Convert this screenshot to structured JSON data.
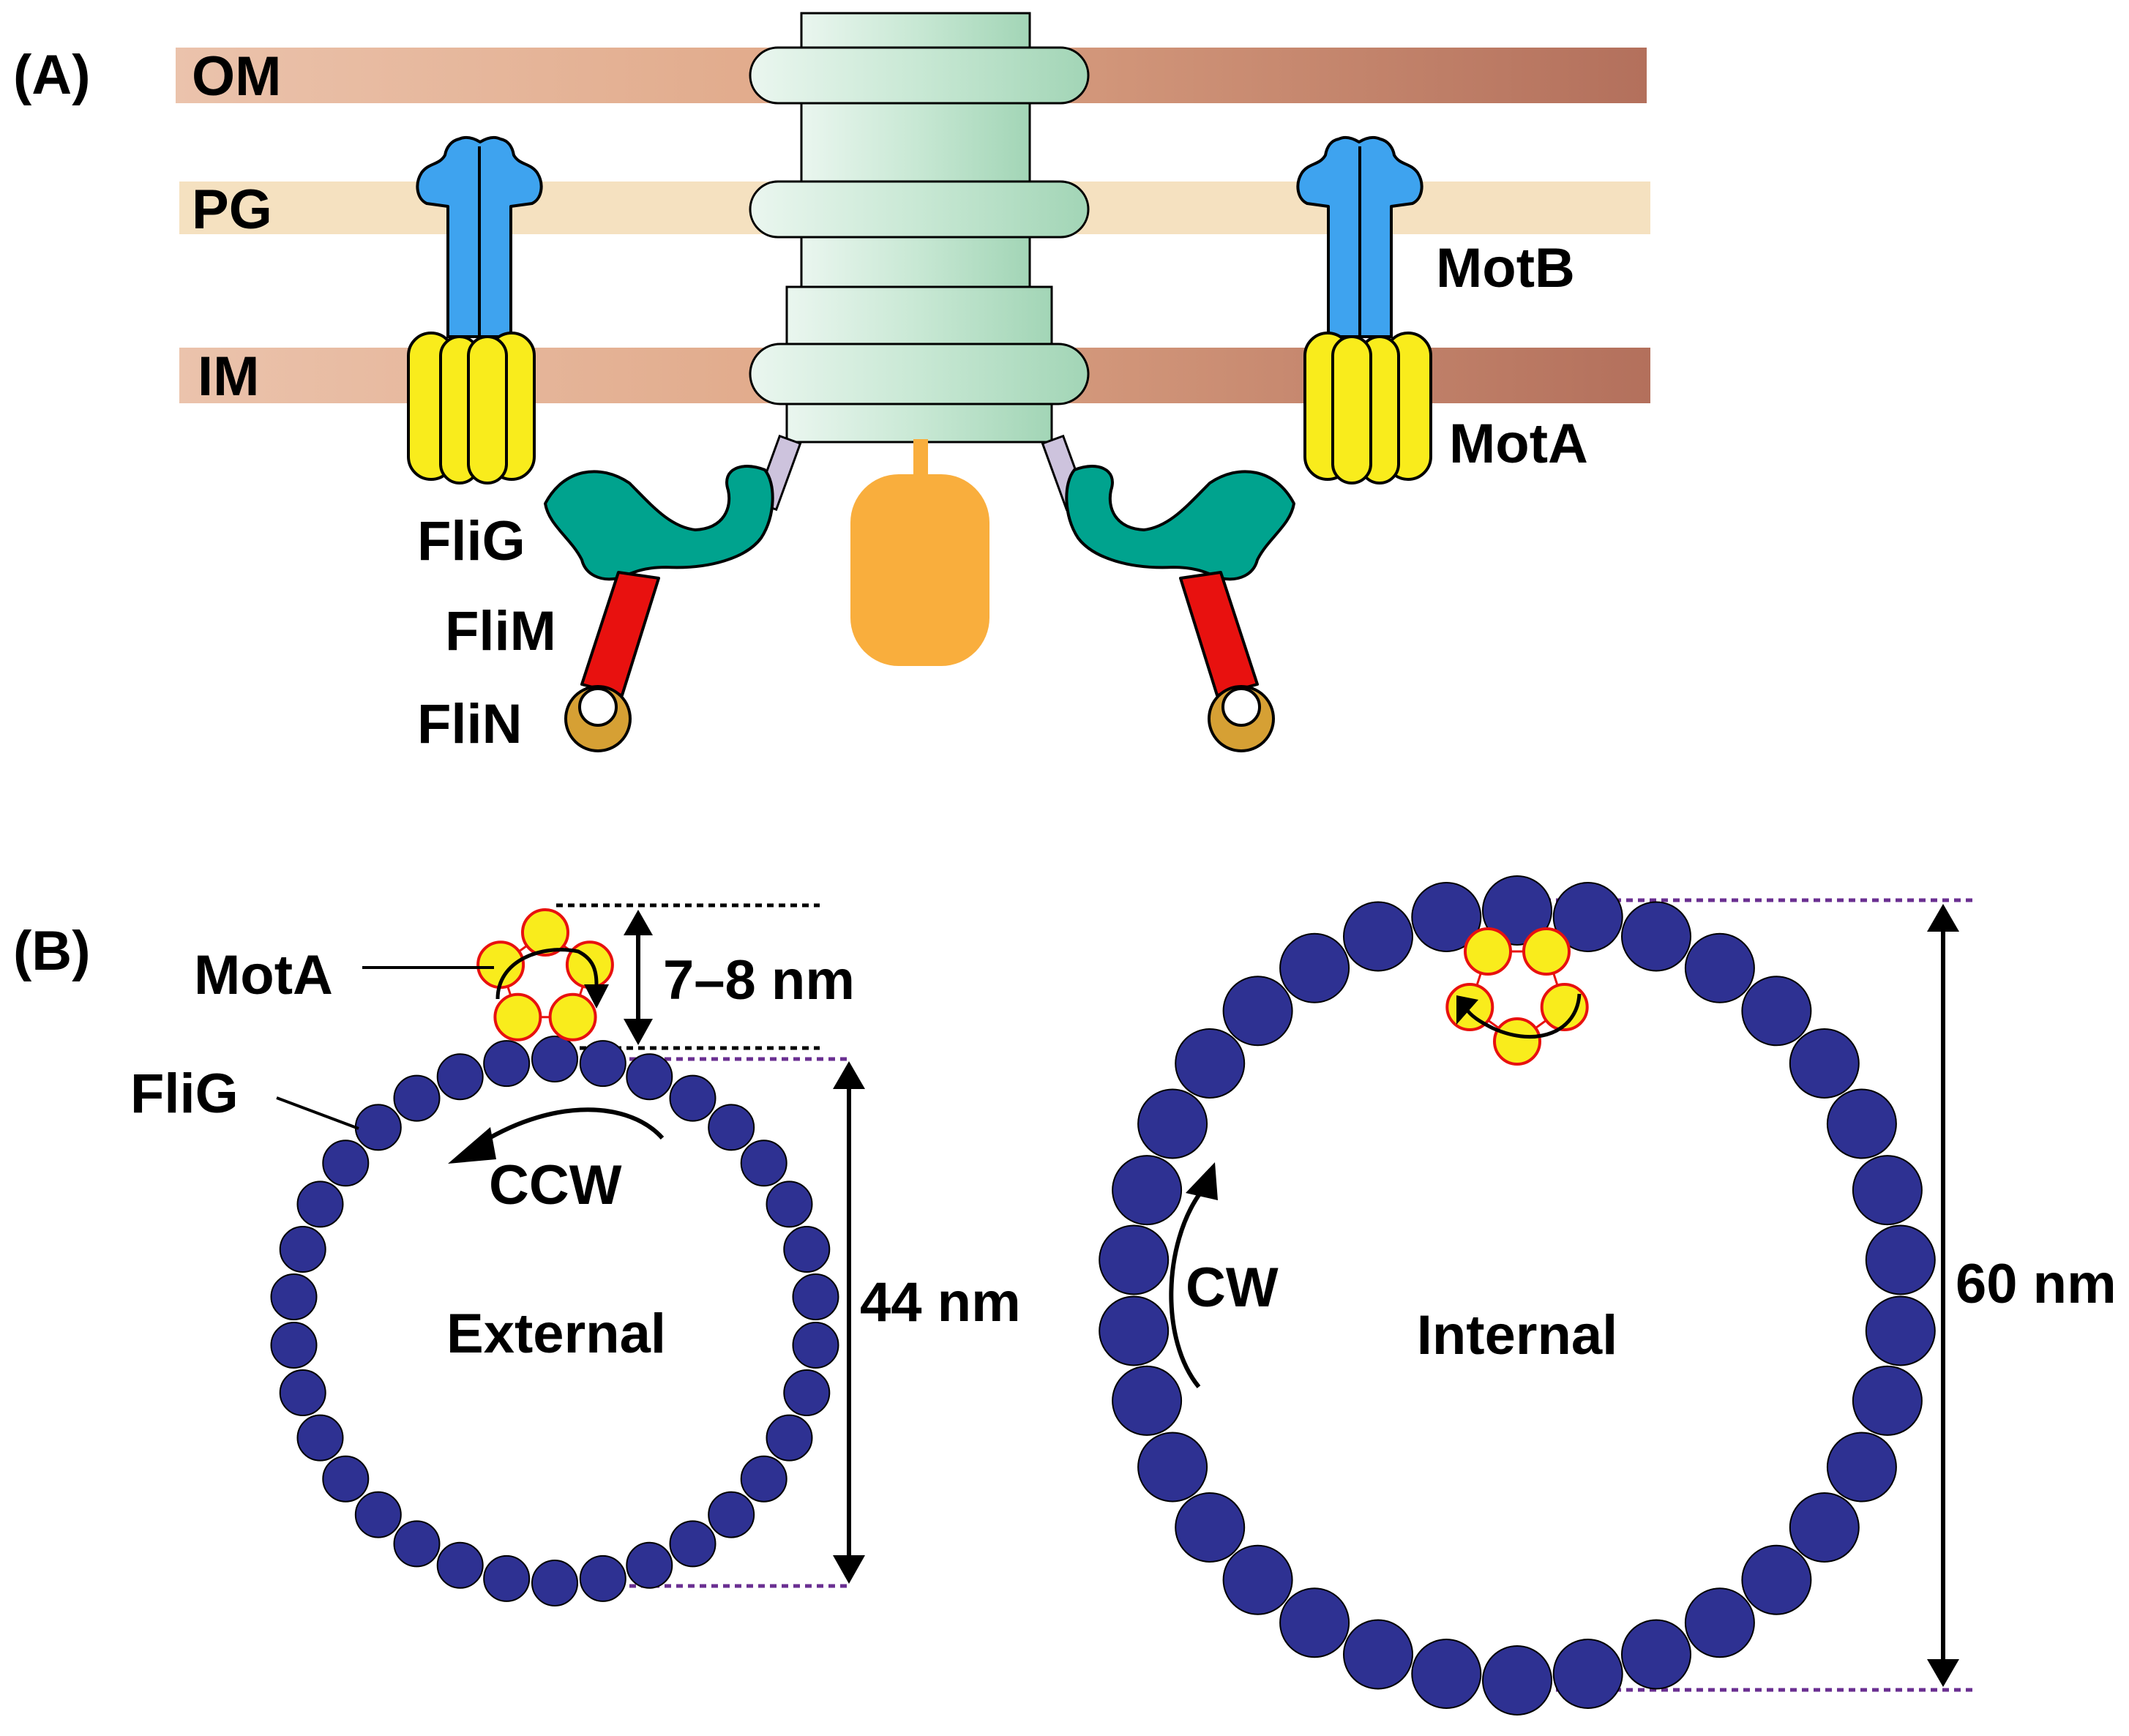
{
  "panel_a": {
    "label": "(A)",
    "layers": {
      "om": "OM",
      "pg": "PG",
      "im": "IM"
    },
    "proteins": {
      "motb": "MotB",
      "mota": "MotA",
      "flig": "FliG",
      "flim": "FliM",
      "flin": "FliN"
    }
  },
  "panel_b": {
    "label": "(B)",
    "mota_label": "MotA",
    "flig_label": "FliG",
    "mota_size": "7–8 nm",
    "external": {
      "label": "External",
      "rotation": "CCW",
      "diameter": "44 nm",
      "subunits": 34
    },
    "internal": {
      "label": "Internal",
      "rotation": "CW",
      "diameter": "60 nm",
      "subunits": 34
    },
    "mota_subunits": 5
  },
  "colors": {
    "membrane_light": "#ebc3ac",
    "membrane_dark": "#b3705c",
    "peptidoglycan": "#f5e1c0",
    "rod": "#a9d8bc",
    "motb": "#3ea3ef",
    "mota": "#f9ec1c",
    "flig": "#00a38e",
    "flim": "#e8110f",
    "flin": "#d6a034",
    "export": "#f9ae3d",
    "linker": "#cdc3dd",
    "flig_ring": "#2e3192",
    "dotted": "#6a2f91"
  }
}
